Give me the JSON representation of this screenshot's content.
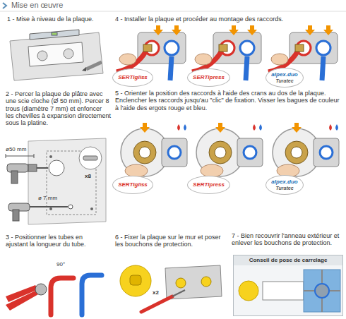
{
  "diagram": {
    "title": "Mise en œuvre",
    "nodes": [
      {
        "text": [
          "SERTIgliss"
        ]
      },
      {
        "text": [
          "SERTIpress"
        ]
      },
      {
        "text": [
          "alpex.duo",
          "Turatec"
        ]
      },
      {
        "text": [
          "SERTIgliss"
        ]
      },
      {
        "text": [
          "SERTIpress"
        ]
      },
      {
        "text": [
          "alpex.duo",
          "Turatec"
        ]
      },
      {
        "text": [
          "Conseil de pose de carrelage"
        ]
      }
    ],
    "labels": [
      "1 - Mise à niveau de la plaque.",
      "4 - Installer la plaque et procéder au montage des raccords.",
      "2 - Percer la plaque de plâtre avec une scie cloche (Ø 50 mm). Percer 8 trous (diamètre 7 mm) et enfoncer les chevilles à expansion directement sous la platine.",
      "5 - Orienter la position des raccords à l'aide des crans au dos de la plaque. Enclencher les raccords jusqu'au \"clic\" de fixation. Visser les bagues de couleur à l'aide des ergots rouge et bleu.",
      "3 - Positionner les tubes en ajustant la longueur du tube.",
      "6 - Fixer la plaque sur le mur et poser les bouchons de protection.",
      "7 - Bien recouvrir l'anneau extérieur et enlever les bouchons de protection.",
      "ø50 mm",
      "x8",
      "ø 7 mm",
      "90°",
      "x2"
    ]
  }
}
